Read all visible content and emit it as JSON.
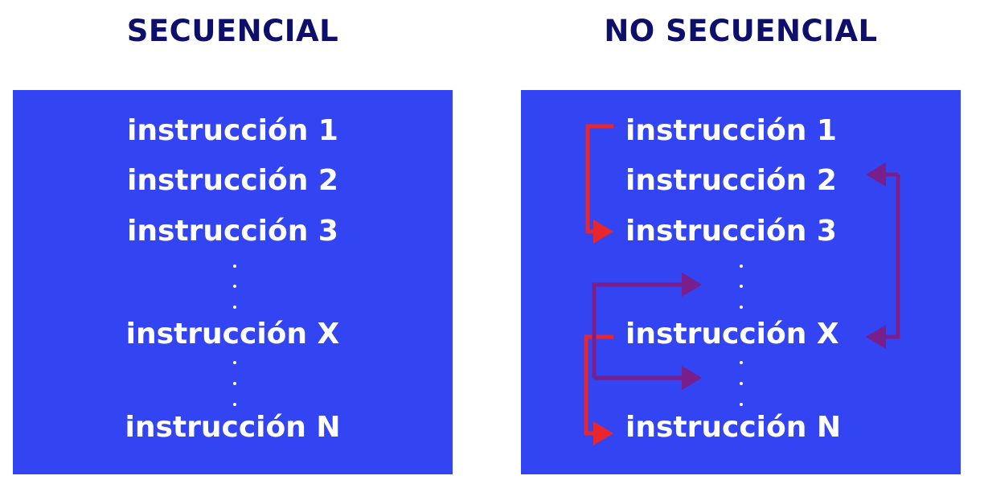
{
  "left": {
    "title": "SECUENCIAL",
    "lines": [
      "instrucción 1",
      "instrucción 2",
      "instrucción 3",
      "instrucción X",
      "instrucción N"
    ]
  },
  "right": {
    "title": "NO SECUENCIAL",
    "lines": [
      "instrucción 1",
      "instrucción 2",
      "instrucción 3",
      "instrucción X",
      "instrucción N"
    ]
  },
  "colors": {
    "heading": "#0d0f6b",
    "panel": "#3344f2",
    "text": "#ffffff",
    "arrow_red": "#e8262d",
    "arrow_purple": "#7a1e8c"
  }
}
